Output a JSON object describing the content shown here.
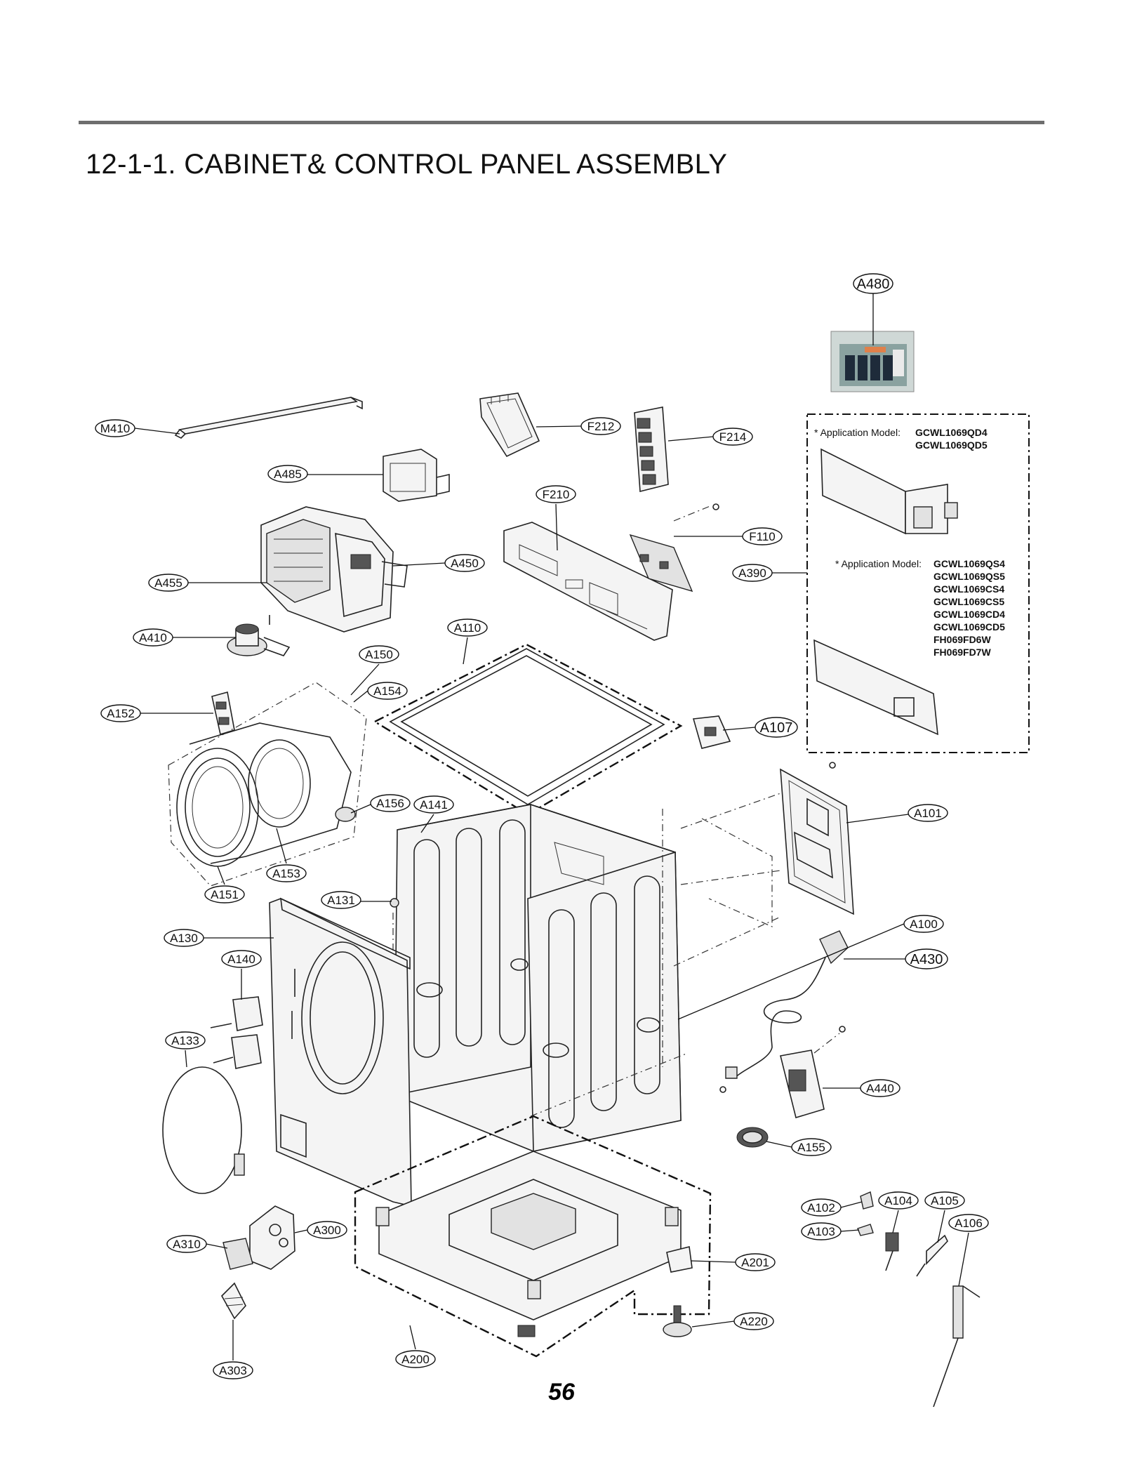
{
  "title": "12-1-1. CABINET& CONTROL PANEL ASSEMBLY",
  "page_number": "56",
  "application_notes": [
    {
      "prefix": "* Application Model:",
      "models": [
        "GCWL1069QD4",
        "GCWL1069QD5"
      ]
    },
    {
      "prefix": "* Application Model:",
      "models": [
        "GCWL1069QS4",
        "GCWL1069QS5",
        "GCWL1069CS4",
        "GCWL1069CS5",
        "GCWL1069CD4",
        "GCWL1069CD5",
        "FH069FD6W",
        "FH069FD7W"
      ]
    }
  ],
  "callouts": [
    {
      "id": "A480",
      "label": "A480"
    },
    {
      "id": "M410",
      "label": "M410"
    },
    {
      "id": "F212",
      "label": "F212"
    },
    {
      "id": "F214",
      "label": "F214"
    },
    {
      "id": "A485",
      "label": "A485"
    },
    {
      "id": "F210",
      "label": "F210"
    },
    {
      "id": "F110",
      "label": "F110"
    },
    {
      "id": "A450",
      "label": "A450"
    },
    {
      "id": "A390",
      "label": "A390"
    },
    {
      "id": "A455",
      "label": "A455"
    },
    {
      "id": "A110",
      "label": "A110"
    },
    {
      "id": "A410",
      "label": "A410"
    },
    {
      "id": "A150",
      "label": "A150"
    },
    {
      "id": "A154",
      "label": "A154"
    },
    {
      "id": "A152",
      "label": "A152"
    },
    {
      "id": "A107",
      "label": "A107"
    },
    {
      "id": "A156",
      "label": "A156"
    },
    {
      "id": "A141",
      "label": "A141"
    },
    {
      "id": "A101",
      "label": "A101"
    },
    {
      "id": "A153",
      "label": "A153"
    },
    {
      "id": "A151",
      "label": "A151"
    },
    {
      "id": "A131",
      "label": "A131"
    },
    {
      "id": "A100",
      "label": "A100"
    },
    {
      "id": "A130",
      "label": "A130"
    },
    {
      "id": "A430",
      "label": "A430"
    },
    {
      "id": "A140",
      "label": "A140"
    },
    {
      "id": "A133",
      "label": "A133"
    },
    {
      "id": "A440",
      "label": "A440"
    },
    {
      "id": "A155",
      "label": "A155"
    },
    {
      "id": "A102",
      "label": "A102"
    },
    {
      "id": "A104",
      "label": "A104"
    },
    {
      "id": "A105",
      "label": "A105"
    },
    {
      "id": "A106",
      "label": "A106"
    },
    {
      "id": "A103",
      "label": "A103"
    },
    {
      "id": "A300",
      "label": "A300"
    },
    {
      "id": "A310",
      "label": "A310"
    },
    {
      "id": "A201",
      "label": "A201"
    },
    {
      "id": "A220",
      "label": "A220"
    },
    {
      "id": "A200",
      "label": "A200"
    },
    {
      "id": "A303",
      "label": "A303"
    }
  ]
}
